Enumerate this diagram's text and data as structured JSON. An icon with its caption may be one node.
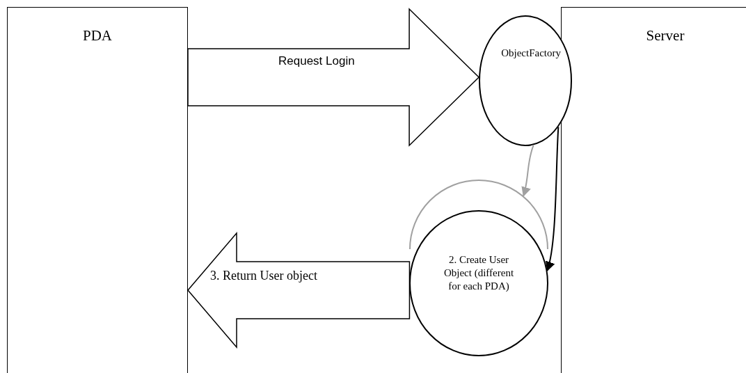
{
  "diagram": {
    "nodes": [
      {
        "text": [
          "PDA"
        ]
      },
      {
        "text": [
          "Server"
        ]
      },
      {
        "text": [
          "ObjectFactory"
        ]
      },
      {
        "text": [],
        "shape": "circle"
      },
      {
        "text": [
          "2. Create User Object (different for each PDA)"
        ]
      }
    ],
    "edges": [
      {
        "from": 0,
        "to": 2,
        "arrow": "to",
        "label": "Request Login"
      },
      {
        "from": 2,
        "to": 3,
        "arrow": "to",
        "color": "#a0a0a0"
      },
      {
        "from": 2,
        "to": 4,
        "arrow": "to",
        "color": "#000000"
      },
      {
        "from": 4,
        "to": 0,
        "arrow": "to",
        "label": "3. Return User object"
      }
    ]
  }
}
